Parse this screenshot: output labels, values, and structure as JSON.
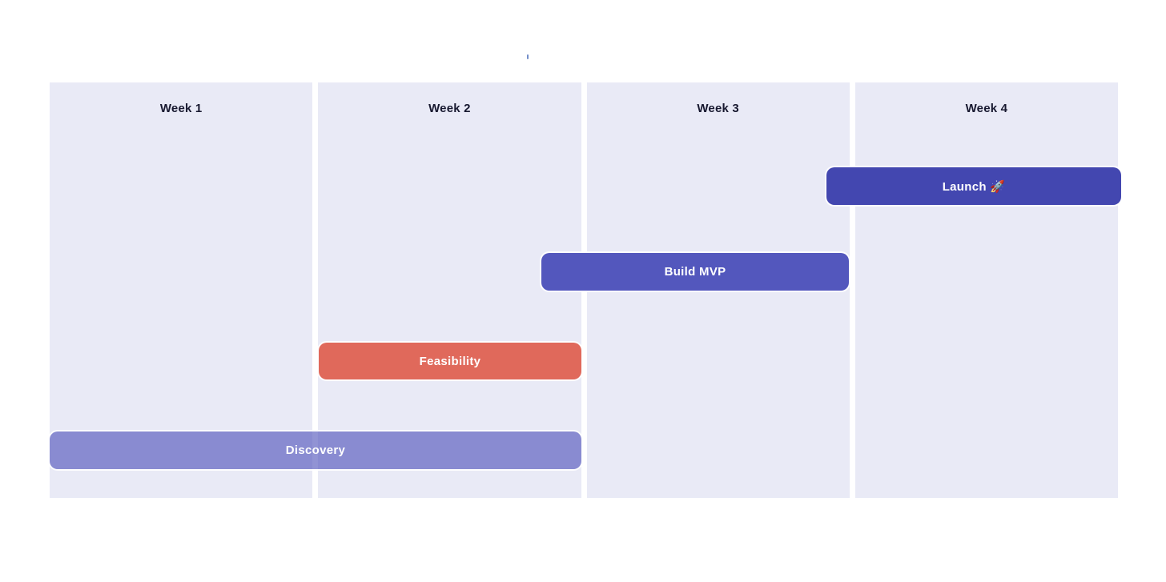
{
  "theme": {
    "canvas_bg": "#ffffff",
    "lane_bg": "#e9eaf6",
    "lane_header_text": "#17182f",
    "bar_text": "#ffffff",
    "bar_outline": "rgba(255,255,255,0.9)",
    "artifact_color": "#5b7ac0"
  },
  "chart_data": {
    "type": "bar",
    "variant": "gantt-timeline",
    "categories": [
      "Week 1",
      "Week 2",
      "Week 3",
      "Week 4"
    ],
    "x_axis_unit": "weeks",
    "x_range": [
      1,
      5
    ],
    "grid": "off",
    "legend": "none",
    "series": [
      {
        "name": "Launch 🚀",
        "start": 3.9,
        "end": 5.0,
        "row": 1,
        "color": "#4347b0",
        "opacity": 1
      },
      {
        "name": "Build MVP",
        "start": 2.85,
        "end": 4.0,
        "row": 2,
        "color": "#5357bd",
        "opacity": 1
      },
      {
        "name": "Feasibility",
        "start": 2.0,
        "end": 3.0,
        "row": 3,
        "color": "#e0695b",
        "opacity": 1
      },
      {
        "name": "Discovery",
        "start": 1.0,
        "end": 3.0,
        "row": 4,
        "color": "rgba(77, 81, 186, 0.62)",
        "opacity": 0.62
      }
    ]
  }
}
